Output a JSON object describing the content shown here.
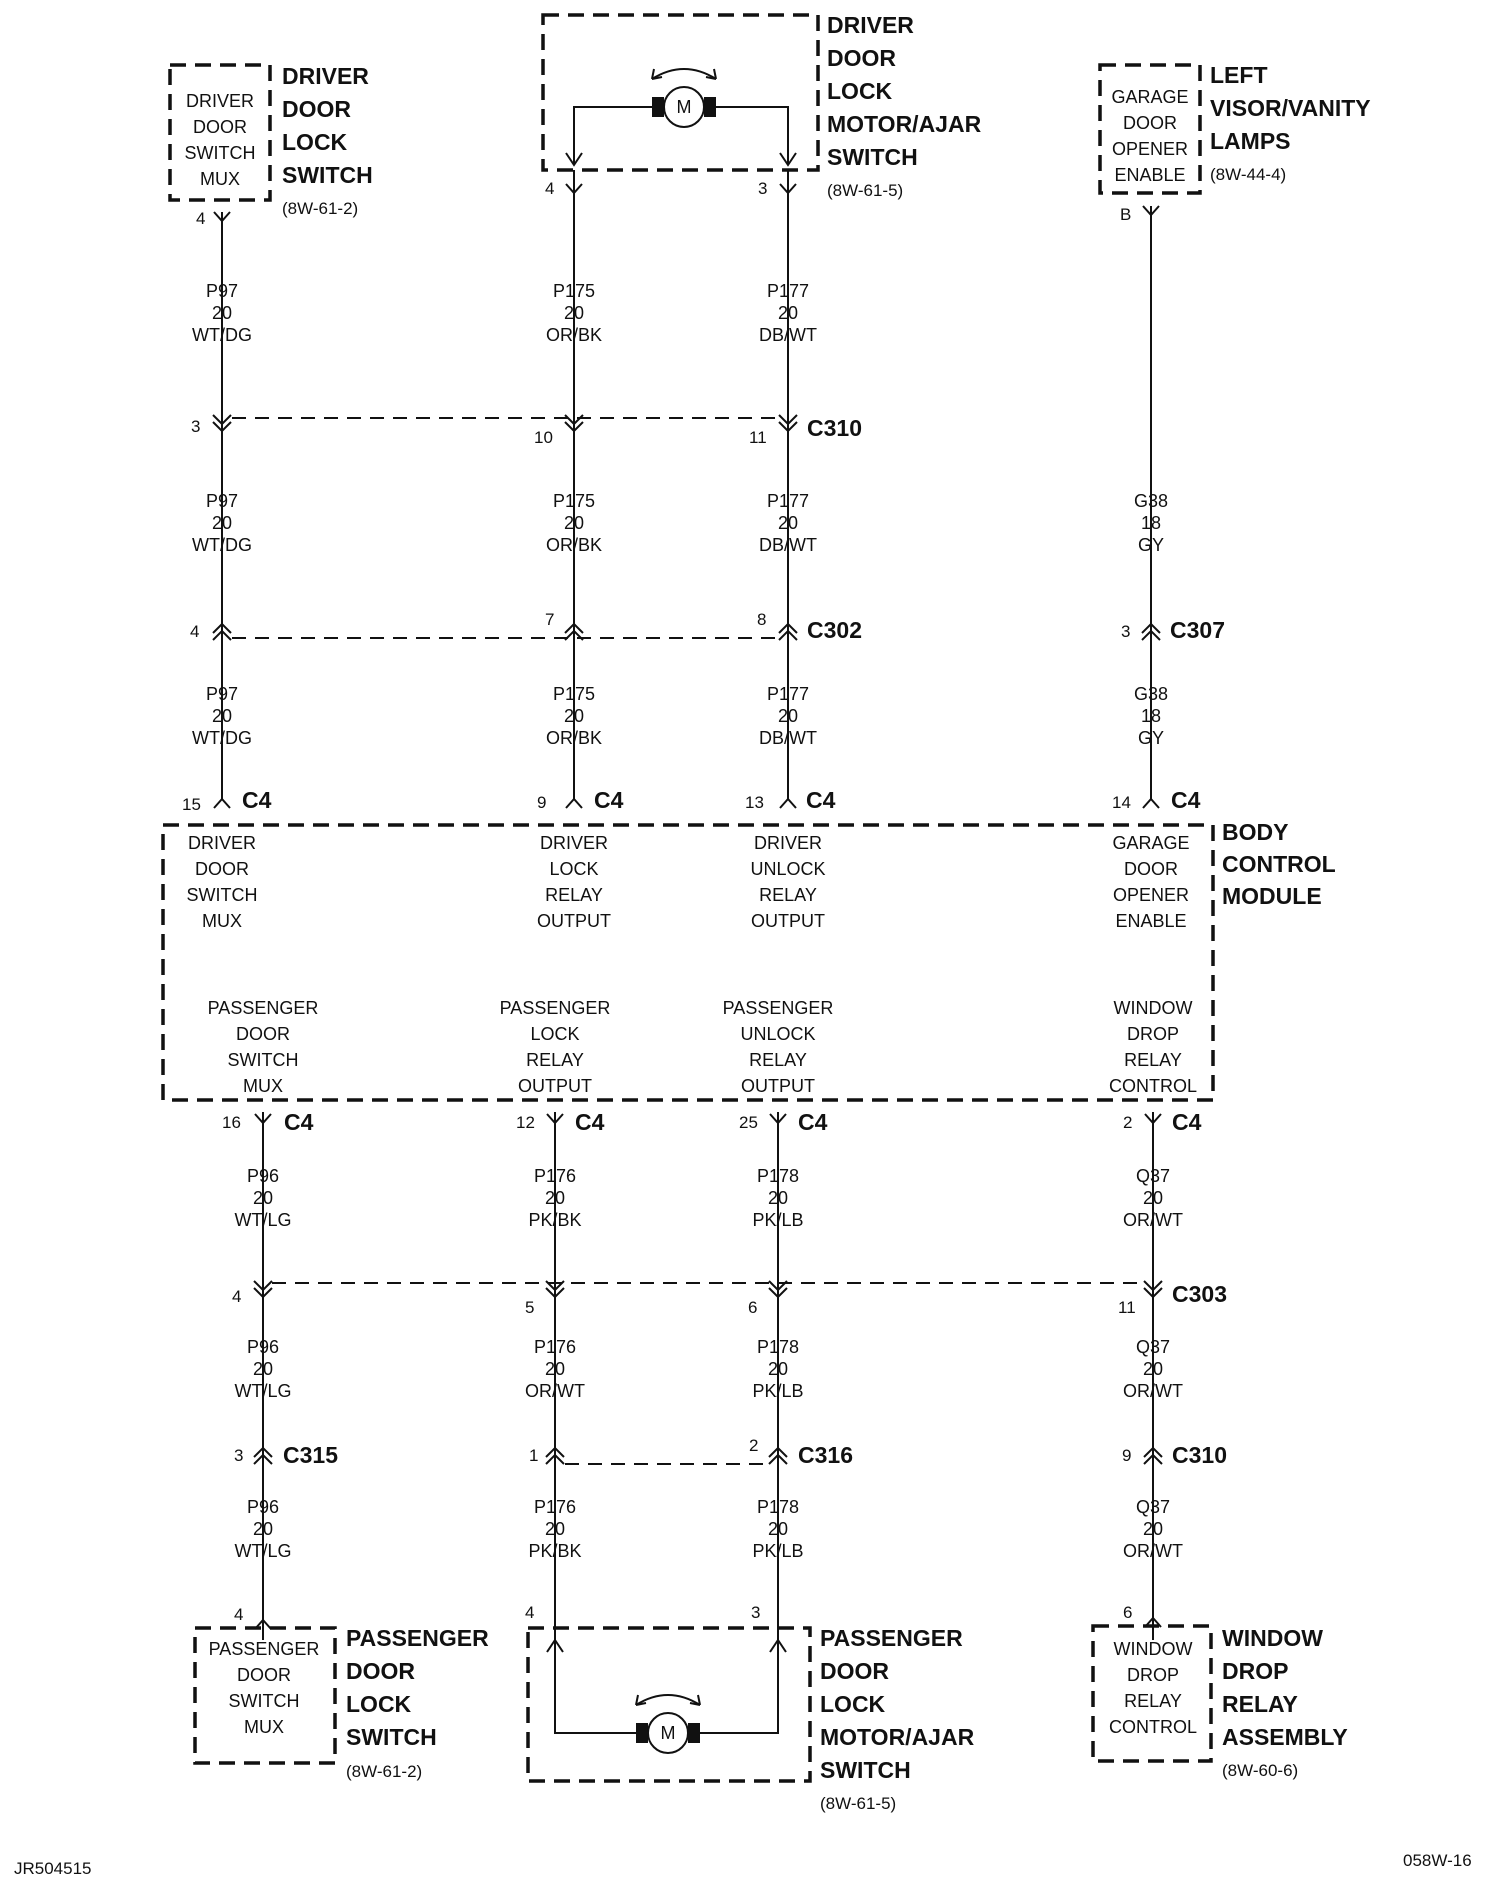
{
  "components": {
    "driver_switch": {
      "inner": [
        "DRIVER",
        "DOOR",
        "SWITCH",
        "MUX"
      ],
      "name": [
        "DRIVER",
        "DOOR",
        "LOCK",
        "SWITCH"
      ],
      "ref": "(8W-61-2)",
      "pin": "4"
    },
    "driver_motor": {
      "name": [
        "DRIVER",
        "DOOR",
        "LOCK",
        "MOTOR/AJAR",
        "SWITCH"
      ],
      "ref": "(8W-61-5)",
      "motor_label": "M",
      "pin_left": "4",
      "pin_right": "3"
    },
    "left_visor": {
      "inner": [
        "GARAGE",
        "DOOR",
        "OPENER",
        "ENABLE"
      ],
      "name": [
        "LEFT",
        "VISOR/VANITY",
        "LAMPS"
      ],
      "ref": "(8W-44-4)",
      "pin": "B"
    },
    "bcm": {
      "name": [
        "BODY",
        "CONTROL",
        "MODULE"
      ],
      "top_labels": [
        [
          "DRIVER",
          "DOOR",
          "SWITCH",
          "MUX"
        ],
        [
          "DRIVER",
          "LOCK",
          "RELAY",
          "OUTPUT"
        ],
        [
          "DRIVER",
          "UNLOCK",
          "RELAY",
          "OUTPUT"
        ],
        [
          "GARAGE",
          "DOOR",
          "OPENER",
          "ENABLE"
        ]
      ],
      "bottom_labels": [
        [
          "PASSENGER",
          "DOOR",
          "SWITCH",
          "MUX"
        ],
        [
          "PASSENGER",
          "LOCK",
          "RELAY",
          "OUTPUT"
        ],
        [
          "PASSENGER",
          "UNLOCK",
          "RELAY",
          "OUTPUT"
        ],
        [
          "WINDOW",
          "DROP",
          "RELAY",
          "CONTROL"
        ]
      ]
    },
    "passenger_switch": {
      "inner": [
        "PASSENGER",
        "DOOR",
        "SWITCH",
        "MUX"
      ],
      "name": [
        "PASSENGER",
        "DOOR",
        "LOCK",
        "SWITCH"
      ],
      "ref": "(8W-61-2)",
      "pin": "4"
    },
    "passenger_motor": {
      "name": [
        "PASSENGER",
        "DOOR",
        "LOCK",
        "MOTOR/AJAR",
        "SWITCH"
      ],
      "ref": "(8W-61-5)",
      "motor_label": "M",
      "pin_left": "4",
      "pin_right": "3"
    },
    "window_relay": {
      "inner": [
        "WINDOW",
        "DROP",
        "RELAY",
        "CONTROL"
      ],
      "name": [
        "WINDOW",
        "DROP",
        "RELAY",
        "ASSEMBLY"
      ],
      "ref": "(8W-60-6)",
      "pin": "6"
    }
  },
  "wires": {
    "top": [
      [
        "P97",
        "20",
        "WT/DG"
      ],
      [
        "P175",
        "20",
        "OR/BK"
      ],
      [
        "P177",
        "20",
        "DB/WT"
      ],
      [
        "P97",
        "20",
        "WT/DG"
      ],
      [
        "P175",
        "20",
        "OR/BK"
      ],
      [
        "P177",
        "20",
        "DB/WT"
      ],
      [
        "G38",
        "18",
        "GY"
      ],
      [
        "P97",
        "20",
        "WT/DG"
      ],
      [
        "P175",
        "20",
        "OR/BK"
      ],
      [
        "P177",
        "20",
        "DB/WT"
      ],
      [
        "G38",
        "18",
        "GY"
      ]
    ],
    "bottom": [
      [
        "P96",
        "20",
        "WT/LG"
      ],
      [
        "P176",
        "20",
        "PK/BK"
      ],
      [
        "P178",
        "20",
        "PK/LB"
      ],
      [
        "Q37",
        "20",
        "OR/WT"
      ],
      [
        "P96",
        "20",
        "WT/LG"
      ],
      [
        "P176",
        "20",
        "OR/WT"
      ],
      [
        "P178",
        "20",
        "PK/LB"
      ],
      [
        "Q37",
        "20",
        "OR/WT"
      ],
      [
        "P96",
        "20",
        "WT/LG"
      ],
      [
        "P176",
        "20",
        "PK/BK"
      ],
      [
        "P178",
        "20",
        "PK/LB"
      ],
      [
        "Q37",
        "20",
        "OR/WT"
      ]
    ]
  },
  "connectors": {
    "c310_top": {
      "name": "C310",
      "pins": [
        "3",
        "10",
        "11"
      ]
    },
    "c302": {
      "name": "C302",
      "pins": [
        "4",
        "7",
        "8"
      ]
    },
    "c307": {
      "name": "C307",
      "pins": [
        "3"
      ]
    },
    "bcm_top": {
      "name": "C4",
      "pins": [
        "15",
        "9",
        "13",
        "14"
      ]
    },
    "bcm_bottom": {
      "name": "C4",
      "pins": [
        "16",
        "12",
        "25",
        "2"
      ]
    },
    "c303": {
      "name": "C303",
      "pins": [
        "4",
        "5",
        "6",
        "11"
      ]
    },
    "c315": {
      "name": "C315",
      "pins": [
        "3"
      ]
    },
    "c316": {
      "name": "C316",
      "pins": [
        "1",
        "2"
      ]
    },
    "c310_bottom": {
      "name": "C310",
      "pins": [
        "9"
      ]
    }
  },
  "footer": {
    "left_code": "JR504515",
    "right_code": "058W-16"
  }
}
